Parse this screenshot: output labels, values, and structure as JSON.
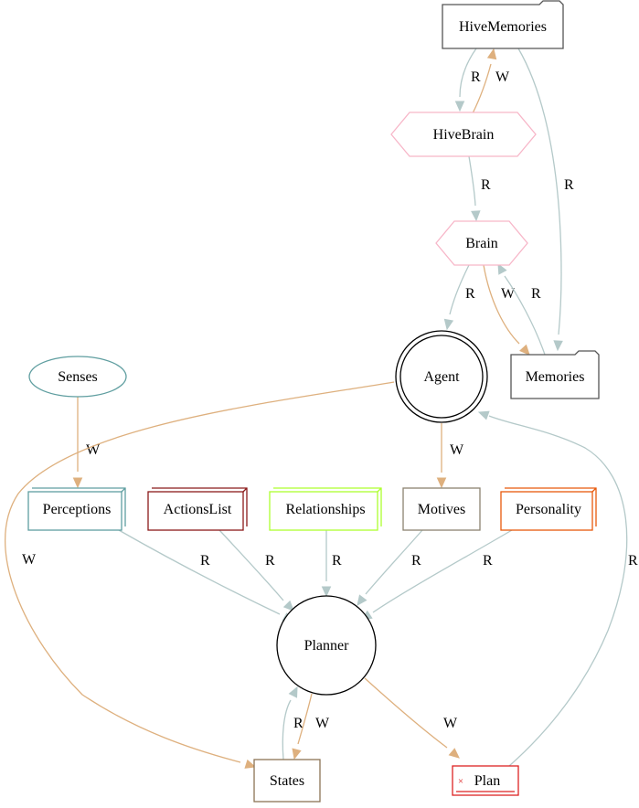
{
  "colors": {
    "read_edge": "#b4c9c9",
    "write_edge": "#deb07e",
    "hive_memories": "#555555",
    "hive_brain": "#f7b6c8",
    "brain": "#f7b6c8",
    "memories": "#555555",
    "agent": "#000000",
    "senses": "#5f9ea0",
    "perceptions": "#5f9ea0",
    "actions_list": "#8b1a1a",
    "relationships": "#adff2f",
    "motives": "#8b8370",
    "personality": "#e8590c",
    "planner": "#000000",
    "states": "#8b7355",
    "plan": "#dd2222"
  },
  "nodes": {
    "hive_memories": {
      "label": "HiveMemories",
      "shape": "folder"
    },
    "hive_brain": {
      "label": "HiveBrain",
      "shape": "hexagon"
    },
    "brain": {
      "label": "Brain",
      "shape": "hexagon"
    },
    "memories": {
      "label": "Memories",
      "shape": "folder"
    },
    "agent": {
      "label": "Agent",
      "shape": "doublecircle"
    },
    "senses": {
      "label": "Senses",
      "shape": "egg"
    },
    "perceptions": {
      "label": "Perceptions",
      "shape": "box3d"
    },
    "actions_list": {
      "label": "ActionsList",
      "shape": "box3d"
    },
    "relationships": {
      "label": "Relationships",
      "shape": "box3d"
    },
    "motives": {
      "label": "Motives",
      "shape": "box"
    },
    "personality": {
      "label": "Personality",
      "shape": "box3d"
    },
    "planner": {
      "label": "Planner",
      "shape": "circle"
    },
    "states": {
      "label": "States",
      "shape": "box"
    },
    "plan": {
      "label": "Plan",
      "shape": "note",
      "icon": "×"
    }
  },
  "edges": [
    {
      "from": "hive_memories",
      "to": "hive_brain",
      "label": "R",
      "kind": "read"
    },
    {
      "from": "hive_brain",
      "to": "hive_memories",
      "label": "W",
      "kind": "write"
    },
    {
      "from": "hive_brain",
      "to": "brain",
      "label": "R",
      "kind": "read"
    },
    {
      "from": "hive_memories",
      "to": "memories",
      "label": "R",
      "kind": "read"
    },
    {
      "from": "brain",
      "to": "agent",
      "label": "R",
      "kind": "read"
    },
    {
      "from": "brain",
      "to": "memories",
      "label": "W",
      "kind": "write"
    },
    {
      "from": "memories",
      "to": "brain",
      "label": "R",
      "kind": "read"
    },
    {
      "from": "senses",
      "to": "perceptions",
      "label": "W",
      "kind": "write"
    },
    {
      "from": "agent",
      "to": "motives",
      "label": "W",
      "kind": "write"
    },
    {
      "from": "agent",
      "to": "states",
      "label": "W",
      "kind": "write"
    },
    {
      "from": "perceptions",
      "to": "planner",
      "label": "R",
      "kind": "read"
    },
    {
      "from": "actions_list",
      "to": "planner",
      "label": "R",
      "kind": "read"
    },
    {
      "from": "relationships",
      "to": "planner",
      "label": "R",
      "kind": "read"
    },
    {
      "from": "motives",
      "to": "planner",
      "label": "R",
      "kind": "read"
    },
    {
      "from": "personality",
      "to": "planner",
      "label": "R",
      "kind": "read"
    },
    {
      "from": "states",
      "to": "planner",
      "label": "R",
      "kind": "read"
    },
    {
      "from": "planner",
      "to": "states",
      "label": "W",
      "kind": "write"
    },
    {
      "from": "planner",
      "to": "plan",
      "label": "W",
      "kind": "write"
    },
    {
      "from": "plan",
      "to": "agent",
      "label": "R",
      "kind": "read"
    }
  ]
}
